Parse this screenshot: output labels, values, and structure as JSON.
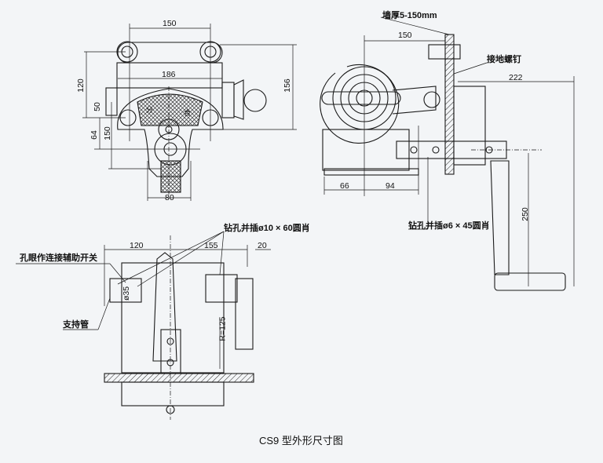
{
  "title": "CS9 型外形尺寸图",
  "front_view": {
    "dims": {
      "top_width": "150",
      "inner_width": "186",
      "height_left": "120",
      "height_right": "156",
      "d50": "50",
      "d64": "64",
      "d150": "150",
      "bottom_width": "80"
    },
    "marks": {
      "left": "分",
      "right": "合"
    }
  },
  "side_view": {
    "wall_thickness_label": "墙厚5-150mm",
    "ground_screw_label": "接地螺钉",
    "pin_label": "钻孔并插ø6 × 45圆肖",
    "dims": {
      "d150": "150",
      "d222": "222",
      "d66": "66",
      "d94": "94",
      "d250": "250"
    }
  },
  "top_view": {
    "pin_label": "钻孔并插ø10 × 60圆肖",
    "aux_switch_label": "孔眼作连接辅助开关",
    "support_tube_label": "支持管",
    "dims": {
      "d120": "120",
      "d155": "155",
      "d20": "20",
      "dia35": "ø35",
      "radius": "R=125"
    }
  }
}
